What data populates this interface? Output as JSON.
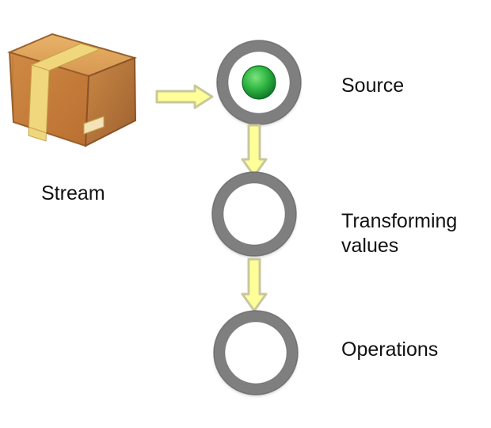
{
  "labels": {
    "stream": "Stream",
    "source": "Source",
    "transforming_line1": "Transforming",
    "transforming_line2": "values",
    "operations": "Operations"
  },
  "icons": {
    "stream": "box-icon",
    "arrow": "arrow-right-icon",
    "arrow_down": "arrow-down-icon",
    "stage": "ring-icon",
    "active_stage": "green-dot-icon"
  },
  "colors": {
    "ring": "#7f7f7f",
    "ring_dark": "#5f5f5f",
    "arrow_fill": "#ffff99",
    "arrow_stroke": "#c8c89e",
    "active_dot": "#1fae3a",
    "box_light": "#d9984f",
    "box_dark": "#a8652f",
    "tape": "#f2d57c"
  }
}
